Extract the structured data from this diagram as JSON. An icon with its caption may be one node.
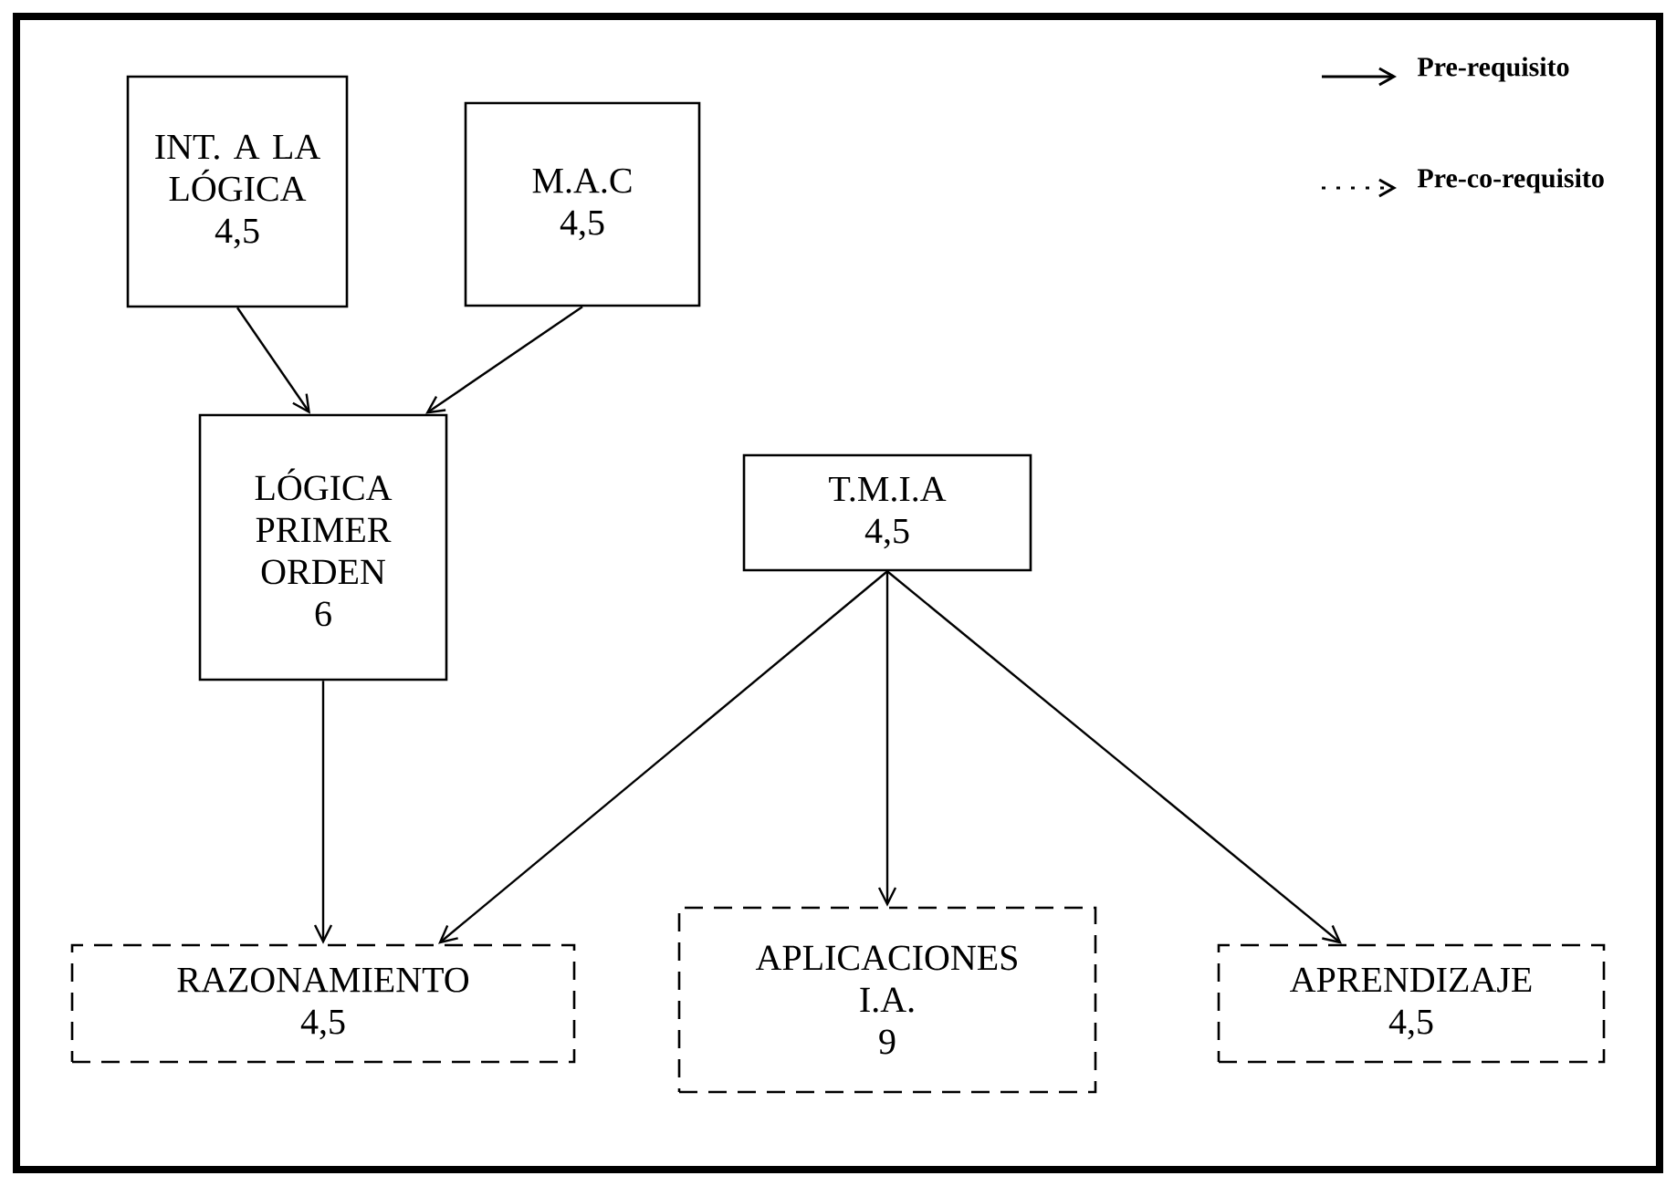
{
  "diagram": {
    "nodes": [
      {
        "text": [
          "INT. A LA LÓGICA",
          "4,5"
        ]
      },
      {
        "text": [
          "M.A.C",
          "4,5"
        ]
      },
      {
        "text": [
          "LÓGICA PRIMER ORDEN",
          "6"
        ]
      },
      {
        "text": [
          "T.M.I.A",
          "4,5"
        ]
      },
      {
        "text": [
          "RAZONAMIENTO",
          "4,5"
        ]
      },
      {
        "text": [
          "APLICACIONES I.A.",
          "9"
        ]
      },
      {
        "text": [
          "APRENDIZAJE",
          "4,5"
        ]
      }
    ],
    "edges": [
      {
        "from": 0,
        "to": 2,
        "arrow": "to"
      },
      {
        "from": 1,
        "to": 2,
        "arrow": "to"
      },
      {
        "from": 2,
        "to": 4,
        "arrow": "to"
      },
      {
        "from": 3,
        "to": 4,
        "arrow": "to"
      },
      {
        "from": 3,
        "to": 5,
        "arrow": "to"
      },
      {
        "from": 3,
        "to": 6,
        "arrow": "to"
      }
    ],
    "legend": [
      {
        "text": "Pre-requisito"
      },
      {
        "text": "Pre-co-requisito"
      }
    ]
  }
}
